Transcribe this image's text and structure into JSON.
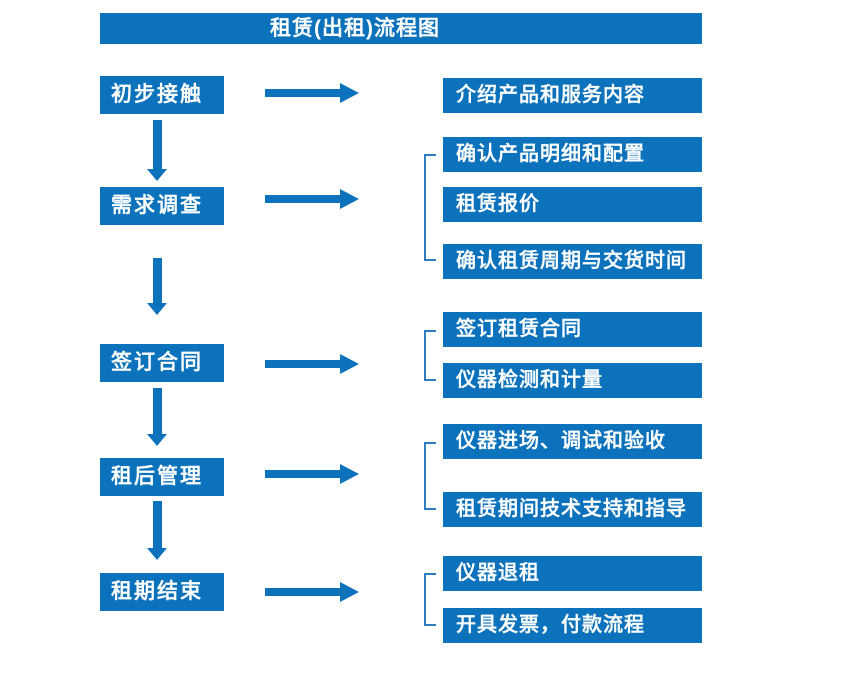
{
  "title": "租赁(出租)流程图",
  "colors": {
    "box_blue": "#0d72bc",
    "bracket_blue": "#2e7dc1",
    "text_white": "#ffffff"
  },
  "stages": [
    {
      "label": "初步接触",
      "outputs": [
        "介绍产品和服务内容"
      ]
    },
    {
      "label": "需求调查",
      "outputs": [
        "确认产品明细和配置",
        "租赁报价",
        "确认租赁周期与交货时间"
      ]
    },
    {
      "label": "签订合同",
      "outputs": [
        "签订租赁合同",
        "仪器检测和计量"
      ]
    },
    {
      "label": "租后管理",
      "outputs": [
        "仪器进场、调试和验收",
        "租赁期间技术支持和指导"
      ]
    },
    {
      "label": "租期结束",
      "outputs": [
        "仪器退租",
        "开具发票，付款流程"
      ]
    }
  ]
}
